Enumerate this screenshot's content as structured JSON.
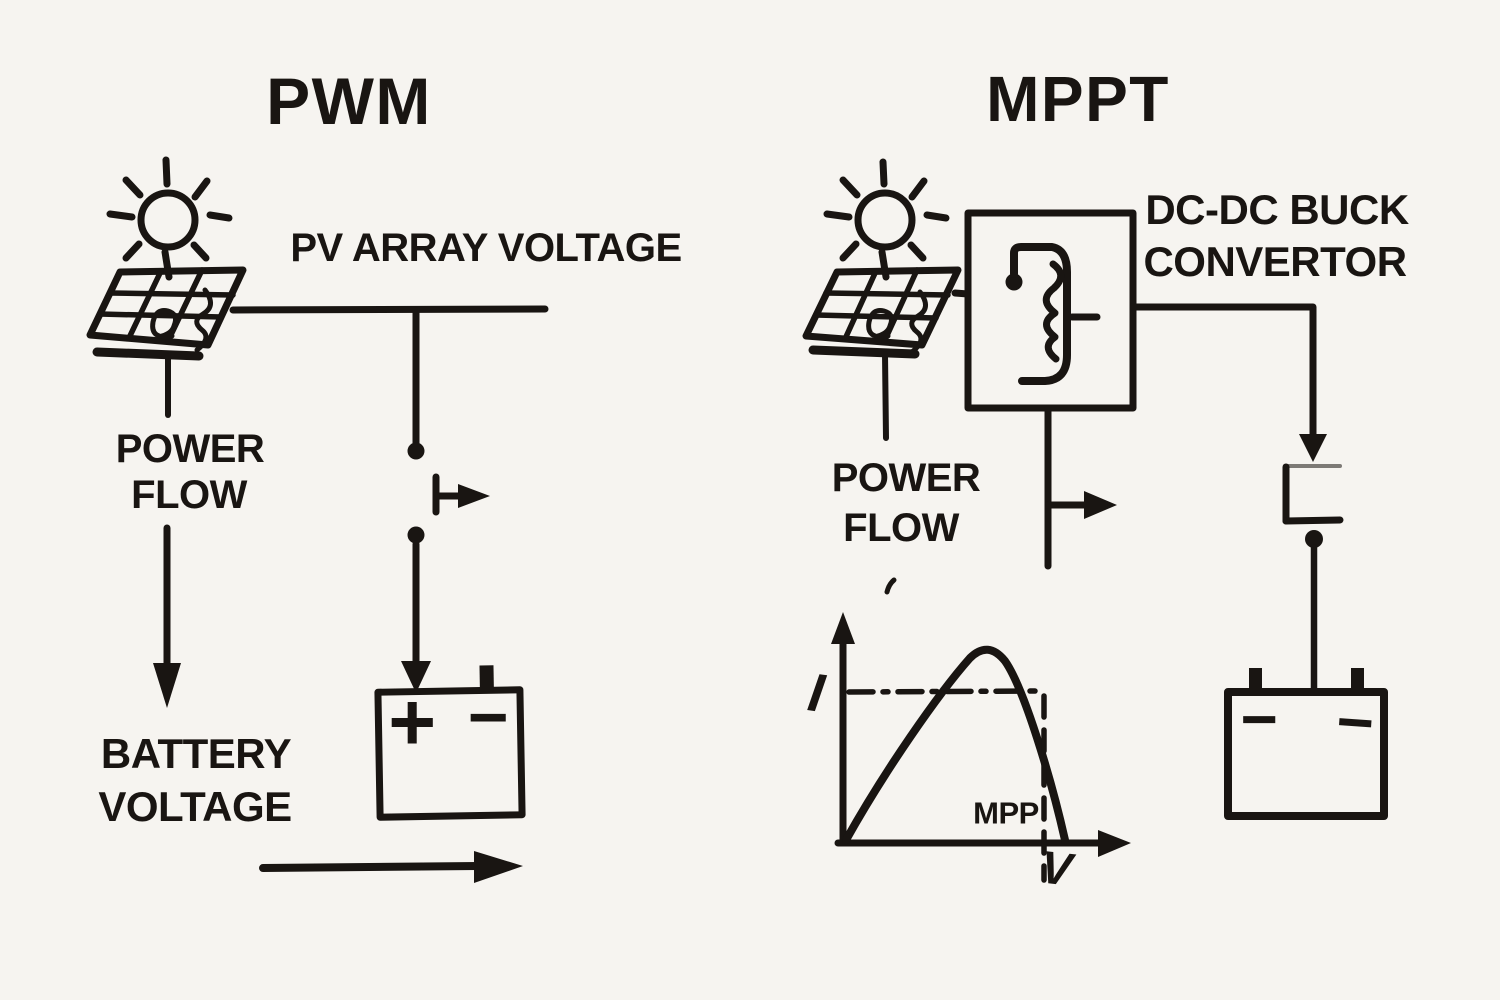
{
  "colors": {
    "background": "#f6f4f0",
    "ink": "#191512"
  },
  "pwm": {
    "title": "PWM",
    "labels": {
      "pv_array_voltage": "PV ARRAY VOLTAGE",
      "power_flow_line1": "POWER",
      "power_flow_line2": "FLOW",
      "battery_voltage_line1": "BATTERY",
      "battery_voltage_line2": "VOLTAGE"
    },
    "battery": {
      "positive_terminal": "+",
      "negative_terminal": "−"
    }
  },
  "mppt": {
    "title": "MPPT",
    "labels": {
      "converter_line1": "DC-DC BUCK",
      "converter_line2": "CONVERTOR",
      "power_flow_line1": "POWER",
      "power_flow_line2": "FLOW"
    },
    "battery": {
      "negative_mark_left": "−",
      "negative_mark_right": "−"
    },
    "iv_curve": {
      "y_axis_label": "I",
      "x_axis_label": "V",
      "peak_label": "MPP"
    }
  }
}
